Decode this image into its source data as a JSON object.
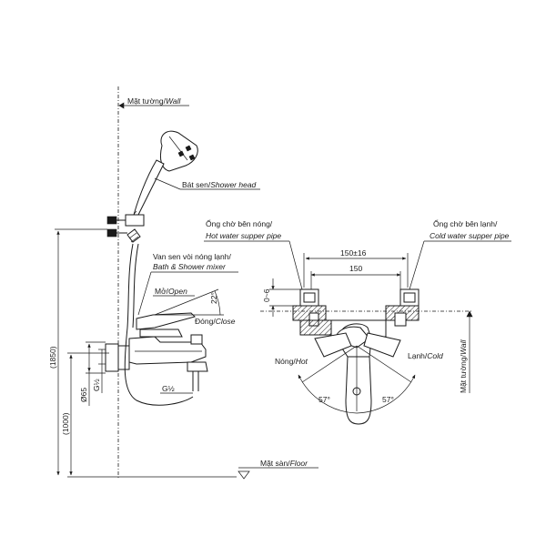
{
  "labels": {
    "wall_vi": "Mặt tường/",
    "wall_en": "Wall",
    "shower_head_vi": "Bát sen/",
    "shower_head_en": "Shower head",
    "mixer_vi": "Van sen vòi nóng lạnh/",
    "mixer_en": "Bath & Shower mixer",
    "open_vi": "Mở/",
    "open_en": "Open",
    "close_vi": "Đóng/",
    "close_en": "Close",
    "angle_22": "22°",
    "g_half_1": "G½",
    "g_half_2": "G½",
    "d65": "Ø65",
    "h1850": "(1850)",
    "h1000": "(1000)",
    "floor_vi": "Mặt sàn/",
    "floor_en": "Floor",
    "hot_pipe_vi": "Ống chờ bên nóng/",
    "hot_pipe_en": "Hot water supper pipe",
    "cold_pipe_vi": "Ống chờ bên lạnh/",
    "cold_pipe_en": "Cold water supper pipe",
    "dim_150_16": "150±16",
    "dim_150": "150",
    "dim_0_6": "0~6",
    "hot_vi": "Nóng/",
    "hot_en": "Hot",
    "cold_vi": "Lạnh/",
    "cold_en": "Cold",
    "wall2_vi": "Mặt tường/",
    "wall2_en": "Wall",
    "angle_57_left": "57°",
    "angle_57_right": "57°"
  }
}
